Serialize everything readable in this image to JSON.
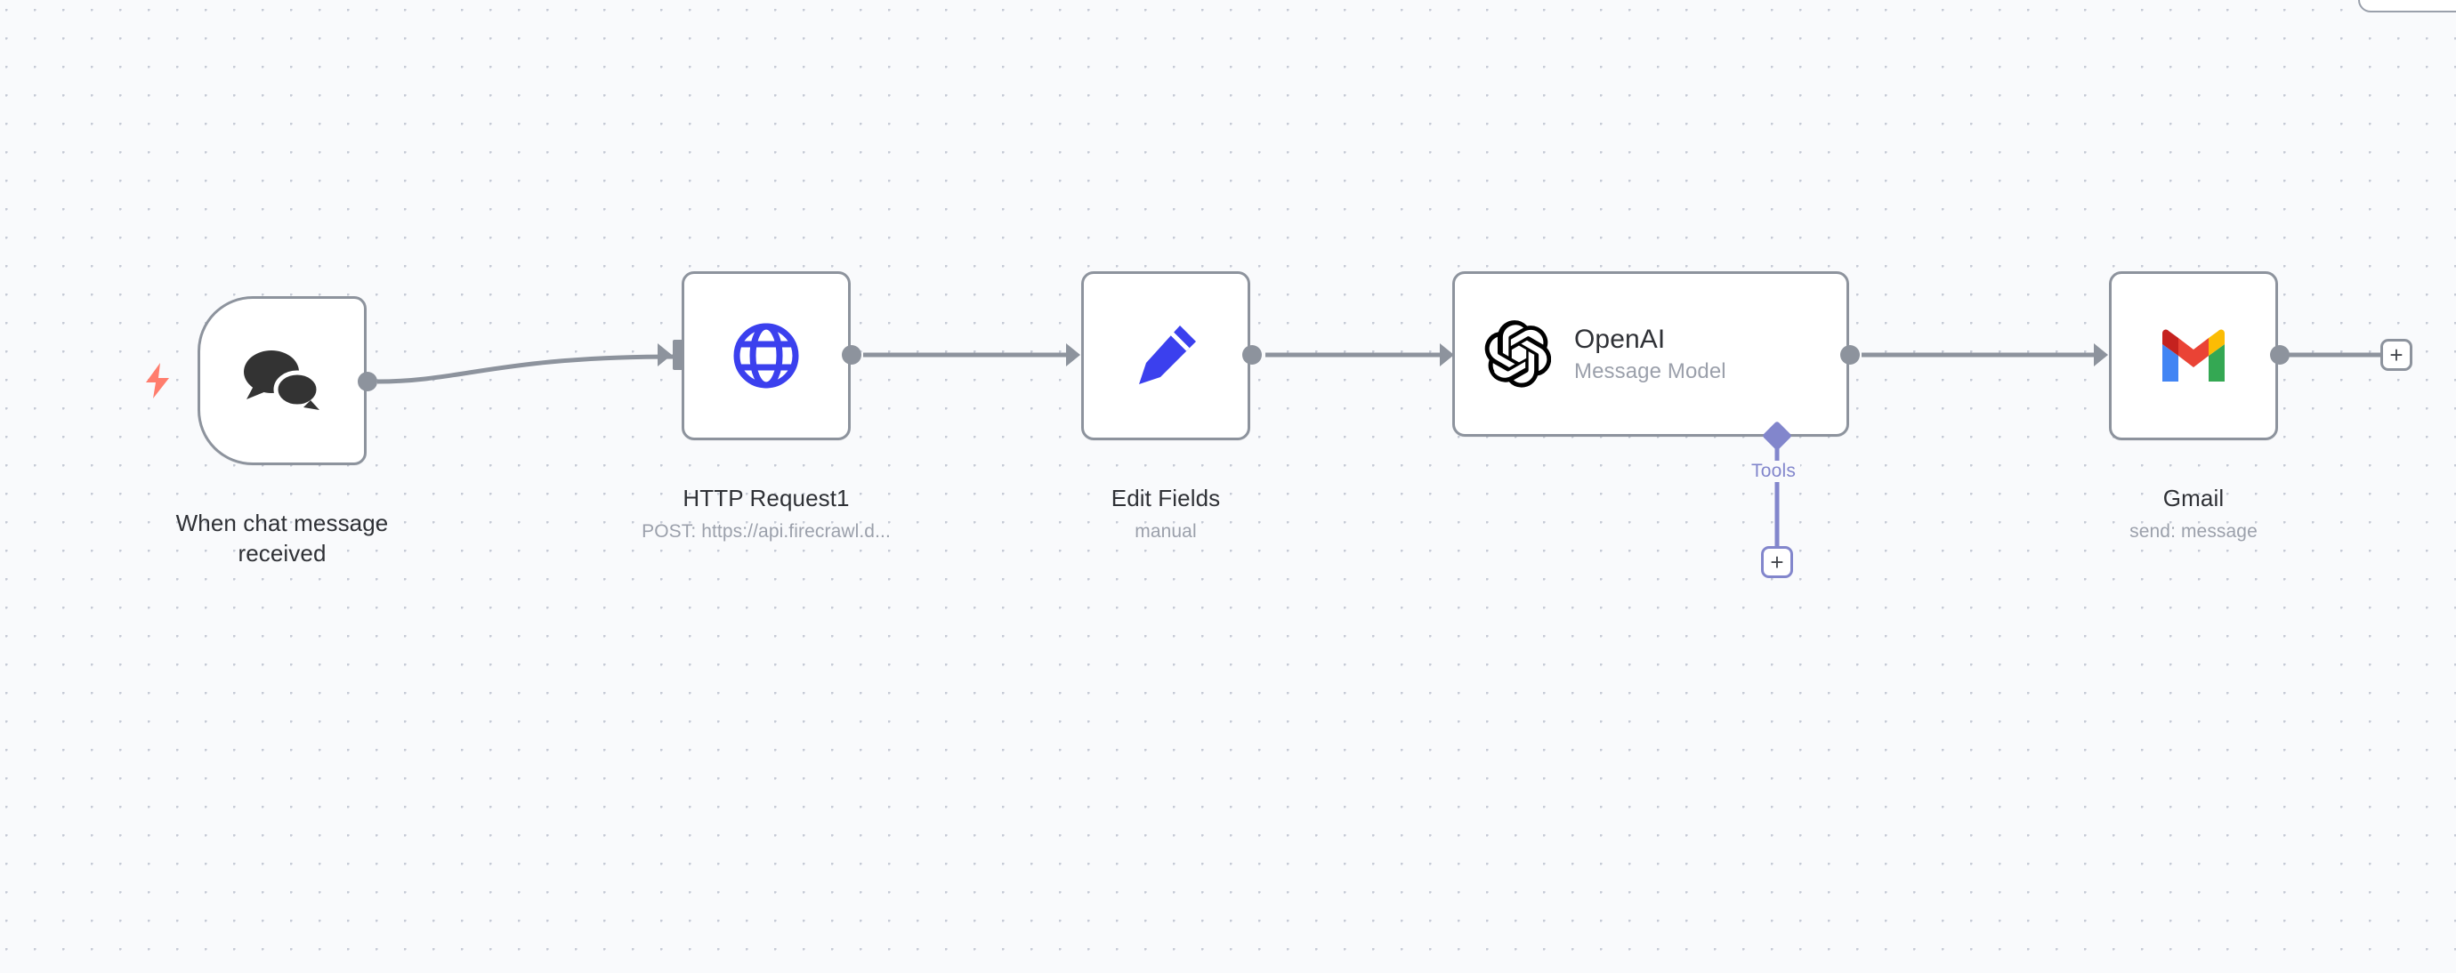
{
  "app": {
    "name": "n8n-workflow-canvas",
    "canvas_background": "#f9fafc",
    "node_border_color": "#8d939d",
    "accent_purple": "#8286cc",
    "trigger_bolt_color": "#ff7d6d"
  },
  "nodes": [
    {
      "id": "when-chat-message-received",
      "title": "When chat message\nreceived",
      "subtitle": "",
      "icon": "chat-bubbles-icon",
      "type": "trigger",
      "has_bolt": true
    },
    {
      "id": "http-request-1",
      "title": "HTTP Request1",
      "subtitle": "POST: https://api.firecrawl.d...",
      "icon": "globe-icon",
      "type": "action"
    },
    {
      "id": "edit-fields",
      "title": "Edit Fields",
      "subtitle": "manual",
      "icon": "pencil-icon",
      "type": "action"
    },
    {
      "id": "openai",
      "title": "OpenAI",
      "subtitle": "Message Model",
      "icon": "openai-logo-icon",
      "type": "ai-node",
      "sub_connector": {
        "label": "Tools",
        "add_button": "+"
      }
    },
    {
      "id": "gmail",
      "title": "Gmail",
      "subtitle": "send: message",
      "icon": "gmail-logo-icon",
      "type": "action"
    }
  ],
  "buttons": {
    "add_node_end": "+",
    "add_tool": "+"
  },
  "colors": {
    "globe_blue": "#3b40ee",
    "pencil_blue": "#3b40ee",
    "gmail_red": "#ea4335",
    "gmail_dark_red": "#c5221f",
    "gmail_yellow": "#fbbc04",
    "gmail_green": "#34a853",
    "gmail_blue": "#4285f4",
    "chat_icon_dark": "#333333"
  }
}
